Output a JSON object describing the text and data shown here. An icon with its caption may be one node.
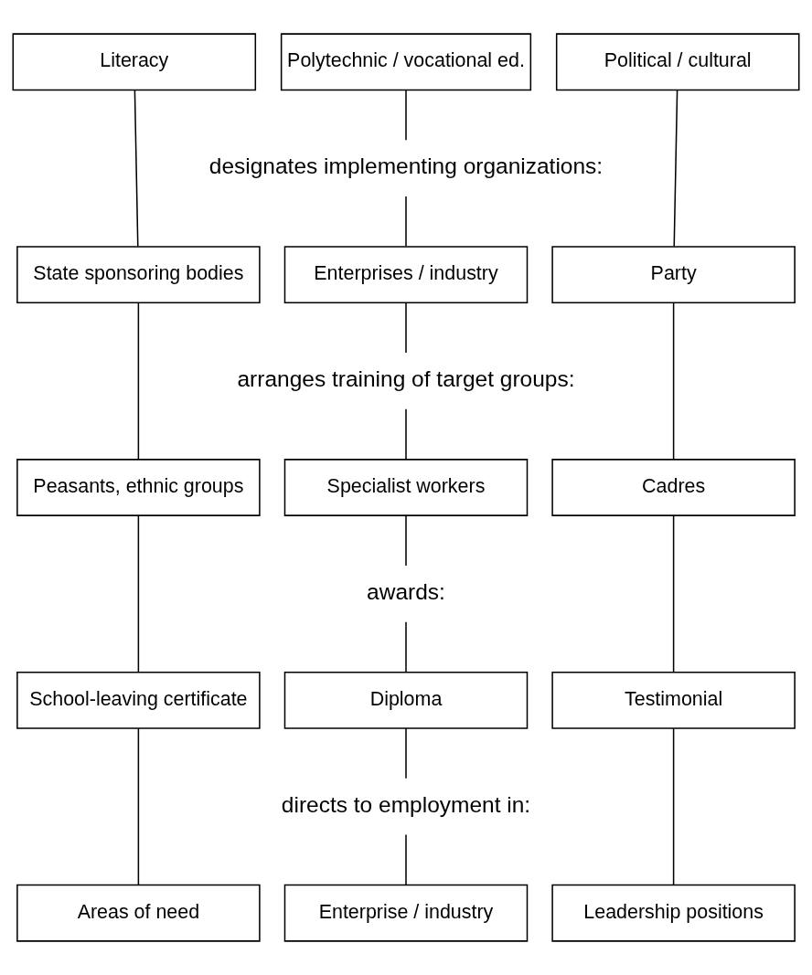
{
  "diagram": {
    "nodes": [
      {
        "text": [
          "Literacy"
        ]
      },
      {
        "text": [
          "Polytechnic / vocational ed."
        ]
      },
      {
        "text": [
          "Political / cultural"
        ]
      },
      {
        "text": [
          "designates implementing organizations:"
        ]
      },
      {
        "text": [
          "State sponsoring bodies"
        ]
      },
      {
        "text": [
          "Enterprises / industry"
        ]
      },
      {
        "text": [
          "Party"
        ]
      },
      {
        "text": [
          "arranges training of target groups:"
        ]
      },
      {
        "text": [
          "Peasants, ethnic groups"
        ]
      },
      {
        "text": [
          "Specialist workers"
        ]
      },
      {
        "text": [
          "Cadres"
        ]
      },
      {
        "text": [
          "awards:"
        ]
      },
      {
        "text": [
          "School-leaving certificate"
        ]
      },
      {
        "text": [
          "Diploma"
        ]
      },
      {
        "text": [
          "Testimonial"
        ]
      },
      {
        "text": [
          "directs to employment in:"
        ]
      },
      {
        "text": [
          "Areas of need"
        ]
      },
      {
        "text": [
          "Enterprise / industry"
        ]
      },
      {
        "text": [
          "Leadership positions"
        ]
      }
    ],
    "edges": [
      {
        "from": 0,
        "to": 4,
        "arrow": "none"
      },
      {
        "from": 1,
        "to": 3,
        "arrow": "none"
      },
      {
        "from": 3,
        "to": 5,
        "arrow": "none"
      },
      {
        "from": 2,
        "to": 6,
        "arrow": "none"
      },
      {
        "from": 4,
        "to": 8,
        "arrow": "none"
      },
      {
        "from": 5,
        "to": 7,
        "arrow": "none"
      },
      {
        "from": 7,
        "to": 9,
        "arrow": "none"
      },
      {
        "from": 6,
        "to": 10,
        "arrow": "none"
      },
      {
        "from": 8,
        "to": 12,
        "arrow": "none"
      },
      {
        "from": 9,
        "to": 11,
        "arrow": "none"
      },
      {
        "from": 11,
        "to": 13,
        "arrow": "none"
      },
      {
        "from": 10,
        "to": 14,
        "arrow": "none"
      },
      {
        "from": 12,
        "to": 16,
        "arrow": "none"
      },
      {
        "from": 13,
        "to": 15,
        "arrow": "none"
      },
      {
        "from": 15,
        "to": 17,
        "arrow": "none"
      },
      {
        "from": 14,
        "to": 18,
        "arrow": "none"
      }
    ]
  }
}
